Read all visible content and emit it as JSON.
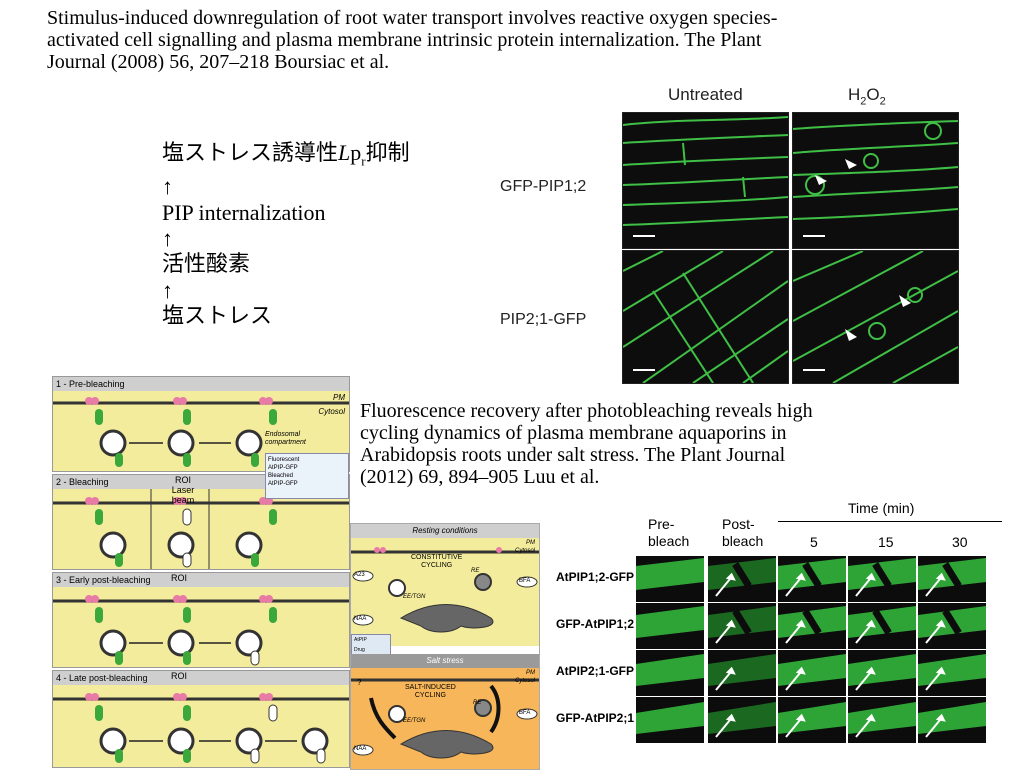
{
  "citation1": {
    "line1": "Stimulus-induced downregulation of root water transport involves reactive oxygen species-",
    "line2": "activated cell signalling and plasma membrane intrinsic protein internalization. The Plant",
    "line3": "Journal (2008) 56, 207–218 Boursiac et al."
  },
  "flow": {
    "line1_prefix": "塩ストレス誘導性",
    "line1_italic": "L",
    "line1_p": "p",
    "line1_sub": "r",
    "line1_suffix": "抑制",
    "arrow": "↑",
    "line2": "PIP   internalization",
    "line3": "活性酸素",
    "line4": "塩ストレス"
  },
  "figure1": {
    "col1": "Untreated",
    "col2_main": "H",
    "col2_sub": "2",
    "col2_end": "O",
    "col2_sub2": "2",
    "row1": "GFP-PIP1;2",
    "row2": "PIP2;1-GFP"
  },
  "citation2": {
    "line1": "Fluorescence recovery after photobleaching reveals high",
    "line2": "cycling dynamics of plasma membrane aquaporins in",
    "line3": "Arabidopsis roots under salt stress. The Plant Journal",
    "line4": "(2012) 69, 894–905  Luu et al."
  },
  "frap_diagram": {
    "stage1": "1 - Pre-bleaching",
    "stage2": "2 - Bleaching",
    "stage3": "3 - Early post-bleaching",
    "stage4": "4 - Late post-bleaching",
    "pm": "PM",
    "cytosol": "Cytosol",
    "endosomal1": "Endosomal",
    "endosomal2": "compartment",
    "roi": "ROI",
    "laser": "Laser beam",
    "legend_fluor1": "Fluorescent",
    "legend_fluor2": "AtPIP-GFP",
    "legend_bleach1": "Bleached",
    "legend_bleach2": "AtPIP-GFP"
  },
  "cycling_diagram": {
    "resting": "Resting conditions",
    "constitutive1": "CONSTITUTIVE",
    "constitutive2": "CYCLING",
    "salt": "Salt stress",
    "salt_induced1": "SALT-INDUCED",
    "salt_induced2": "CYCLING",
    "pm": "PM",
    "cytosol": "Cytosol",
    "ee_tgn": "EE/TGN",
    "re": "RE",
    "a23": "A23",
    "bfa": "BFA",
    "naa": "NAA",
    "legend_atpip": "AtPIP",
    "legend_drug": "Drug",
    "question": "?"
  },
  "frap_figure": {
    "time_header": "Time (min)",
    "col_pre1": "Pre-",
    "col_pre2": "bleach",
    "col_post1": "Post-",
    "col_post2": "bleach",
    "col_5": "5",
    "col_15": "15",
    "col_30": "30",
    "rows": [
      "AtPIP1;2-GFP",
      "GFP-AtPIP1;2",
      "AtPIP2;1-GFP",
      "GFP-AtPIP2;1"
    ]
  },
  "colors": {
    "gfp_green": "#3fd24a",
    "yellow_bg": "#f3ec9c",
    "orange_bg": "#f7b65a",
    "pink_protein": "#e87aa6"
  }
}
